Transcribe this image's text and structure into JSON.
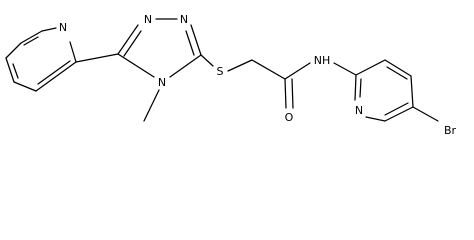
{
  "molecule": {
    "atoms": {
      "triazole_n1": "N",
      "triazole_n2": "N",
      "triazole_n4": "N",
      "thioether_s": "S",
      "amide_nh": "NH",
      "amide_o": "O",
      "pyridine_n_left": "N",
      "pyridine_n_right": "N",
      "bromine": "Br"
    }
  }
}
